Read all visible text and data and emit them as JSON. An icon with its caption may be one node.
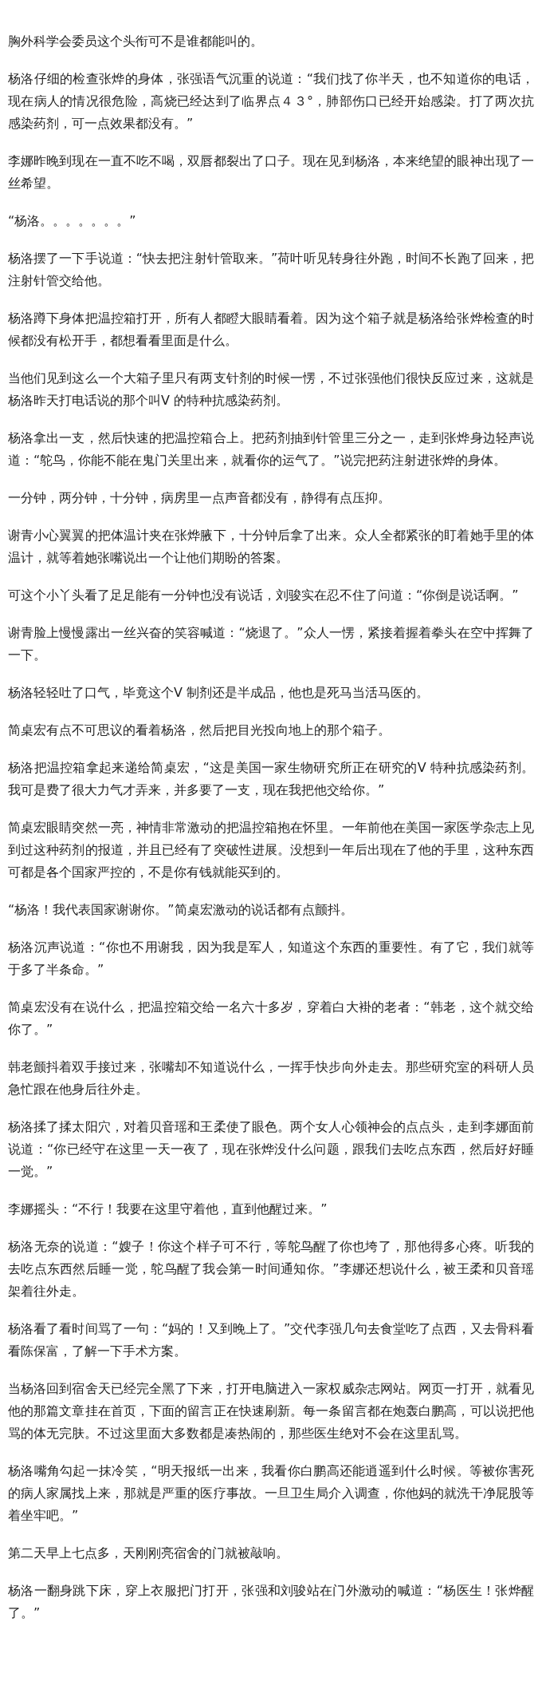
{
  "diagram": {
    "labels": [
      "胸外科学会委员这个头衔可不是谁都能叫的。",
      "杨洛仔细的检查张烨的身体，张强语气沉重的说道：“我们找了你半天，也不知道你的电话，现在病人的情况很危险，高烧已经达到了临界点４３°，肺部伤口已经开始感染。打了两次抗感染药剂，可一点效果都没有。”",
      "李娜昨晚到现在一直不吃不喝，双唇都裂出了口子。现在见到杨洛，本来绝望的眼神出现了一丝希望。",
      "“杨洛。。。。。。。”",
      "杨洛摆了一下手说道：“快去把注射针管取来。”荷叶听见转身往外跑，时间不长跑了回来，把注射针管交给他。",
      "杨洛蹲下身体把温控箱打开，所有人都瞪大眼睛看着。因为这个箱子就是杨洛给张烨检查的时候都没有松开手，都想看看里面是什么。",
      "当他们见到这么一个大箱子里只有两支针剂的时候一愣，不过张强他们很快反应过来，这就是杨洛昨天打电话说的那个叫V 的特种抗感染药剂。",
      "杨洛拿出一支，然后快速的把温控箱合上。把药剂抽到针管里三分之一，走到张烨身边轻声说道：“鸵鸟，你能不能在鬼门关里出来，就看你的运气了。”说完把药注射进张烨的身体。",
      "一分钟，两分钟，十分钟，病房里一点声音都没有，静得有点压抑。",
      "谢青小心翼翼的把体温计夹在张烨腋下，十分钟后拿了出来。众人全都紧张的盯着她手里的体温计，就等着她张嘴说出一个让他们期盼的答案。",
      "可这个小丫头看了足足能有一分钟也没有说话，刘骏实在忍不住了问道：“你倒是说话啊。”",
      "谢青脸上慢慢露出一丝兴奋的笑容喊道：“烧退了。”众人一愣，紧接着握着拳头在空中挥舞了一下。",
      "杨洛轻轻吐了口气，毕竟这个V 制剂还是半成品，他也是死马当活马医的。",
      "简桌宏有点不可思议的看着杨洛，然后把目光投向地上的那个箱子。",
      "杨洛把温控箱拿起来递给简桌宏，“这是美国一家生物研究所正在研究的V 特种抗感染药剂。我可是费了很大力气才弄来，并多要了一支，现在我把他交给你。”",
      "简桌宏眼睛突然一亮，神情非常激动的把温控箱抱在怀里。一年前他在美国一家医学杂志上见到过这种药剂的报道，并且已经有了突破性进展。没想到一年后出现在了他的手里，这种东西可都是各个国家严控的，不是你有钱就能买到的。",
      "“杨洛！我代表国家谢谢你。”简桌宏激动的说话都有点颤抖。",
      "杨洛沉声说道：“你也不用谢我，因为我是军人，知道这个东西的重要性。有了它，我们就等于多了半条命。”",
      "简桌宏没有在说什么，把温控箱交给一名六十多岁，穿着白大褂的老者：“韩老，这个就交给你了。”",
      "韩老颤抖着双手接过来，张嘴却不知道说什么，一挥手快步向外走去。那些研究室的科研人员急忙跟在他身后往外走。",
      "杨洛揉了揉太阳穴，对着贝音瑶和王柔使了眼色。两个女人心领神会的点点头，走到李娜面前说道：“你已经守在这里一天一夜了，现在张烨没什么问题，跟我们去吃点东西，然后好好睡一觉。”",
      "李娜摇头：“不行！我要在这里守着他，直到他醒过来。”",
      "杨洛无奈的说道：“嫂子！你这个样子可不行，等鸵鸟醒了你也垮了，那他得多心疼。听我的去吃点东西然后睡一觉，鸵鸟醒了我会第一时间通知你。”李娜还想说什么，被王柔和贝音瑶架着往外走。",
      "杨洛看了看时间骂了一句：“妈的！又到晚上了。”交代李强几句去食堂吃了点西，又去骨科看看陈保富，了解一下手术方案。",
      "当杨洛回到宿舍天已经完全黑了下来，打开电脑进入一家权威杂志网站。网页一打开，就看见他的那篇文章挂在首页，下面的留言正在快速刷新。每一条留言都在炮轰白鹏高，可以说把他骂的体无完肤。不过这里面大多数都是凑热闹的，那些医生绝对不会在这里乱骂。",
      "杨洛嘴角勾起一抹冷笑，“明天报纸一出来，我看你白鹏高还能逍遥到什么时候。等被你害死的病人家属找上来，那就是严重的医疗事故。一旦卫生局介入调查，你他妈的就洗干净屁股等着坐牢吧。”",
      "第二天早上七点多，天刚刚亮宿舍的门就被敲响。",
      "杨洛一翻身跳下床，穿上衣服把门打开，张强和刘骏站在门外激动的喊道：“杨医生！张烨醒了。”"
    ]
  }
}
